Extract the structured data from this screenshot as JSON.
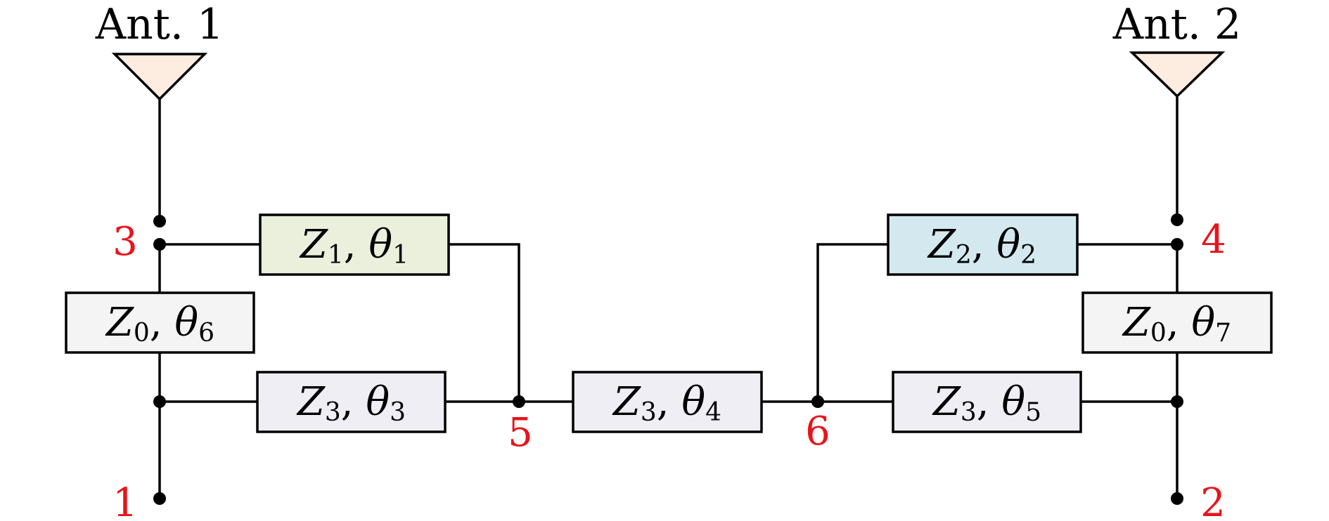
{
  "antennas": [
    {
      "id": "ant1",
      "label": "Ant. 1",
      "fill": "#fdece0"
    },
    {
      "id": "ant2",
      "label": "Ant. 2",
      "fill": "#fdece0"
    }
  ],
  "ports": [
    "1",
    "2",
    "3",
    "4",
    "5",
    "6"
  ],
  "port_color": "#e8141b",
  "lines": [
    {
      "id": "z1t1",
      "z": "Z",
      "zsub": "1",
      "t": "θ",
      "tsub": "1",
      "fill": "#eaf0dc"
    },
    {
      "id": "z2t2",
      "z": "Z",
      "zsub": "2",
      "t": "θ",
      "tsub": "2",
      "fill": "#d3e9ef"
    },
    {
      "id": "z0t6",
      "z": "Z",
      "zsub": "0",
      "t": "θ",
      "tsub": "6",
      "fill": "#f4f4f4"
    },
    {
      "id": "z0t7",
      "z": "Z",
      "zsub": "0",
      "t": "θ",
      "tsub": "7",
      "fill": "#f4f4f4"
    },
    {
      "id": "z3t3",
      "z": "Z",
      "zsub": "3",
      "t": "θ",
      "tsub": "3",
      "fill": "#efeef4"
    },
    {
      "id": "z3t4",
      "z": "Z",
      "zsub": "3",
      "t": "θ",
      "tsub": "4",
      "fill": "#efeef4"
    },
    {
      "id": "z3t5",
      "z": "Z",
      "zsub": "3",
      "t": "θ",
      "tsub": "5",
      "fill": "#efeef4"
    }
  ]
}
